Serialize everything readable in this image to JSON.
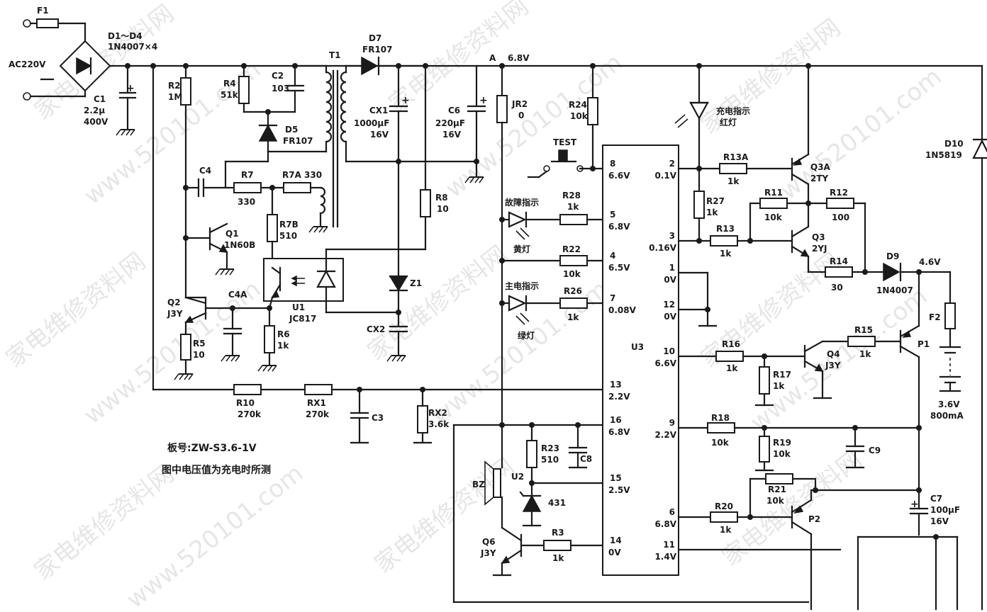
{
  "board": {
    "board_no": "板号:ZW-S3.6-1V",
    "note": "图中电压值为充电时所测"
  },
  "watermarks": [
    "家电维修资料网",
    "www.520101.com"
  ],
  "nodes": {
    "node_a": "A",
    "node_a_voltage": "6.8V"
  },
  "components": {
    "f1": "F1",
    "ac_in": "AC220V",
    "d1_d4": "D1～D4",
    "d1_d4_val": "1N4007×4",
    "c1": "C1",
    "c1_val1": "2.2μ",
    "c1_val2": "400V",
    "r2": "R2",
    "r2_val": "1M",
    "r4": "R4",
    "r4_val": "51k",
    "c2": "C2",
    "c2_val": "103",
    "d5": "D5",
    "d5_val": "FR107",
    "t1": "T1",
    "d7": "D7",
    "d7_val": "FR107",
    "cx1": "CX1",
    "cx1_val1": "1000μF",
    "cx1_val2": "16V",
    "c6": "C6",
    "c6_val1": "220μF",
    "c6_val2": "16V",
    "jr2": "JR2",
    "jr2_val": "0",
    "r24": "R24",
    "r24_val": "10k",
    "c4": "C4",
    "r7": "R7",
    "r7_val": "330",
    "r7a": "R7A 330",
    "r7b": "R7B",
    "r7b_val": "510",
    "q1": "Q1",
    "q1_val": "1N60B",
    "r8": "R8",
    "r8_val": "10",
    "z1": "Z1",
    "q2": "Q2",
    "q2_val": "J3Y",
    "c4a": "C4A",
    "u1": "U1",
    "u1_val": "JC817",
    "r5": "R5",
    "r5_val": "10",
    "r6": "R6",
    "r6_val": "1k",
    "cx2": "CX2",
    "test": "TEST",
    "fault_led": "故障指示",
    "fault_color": "黄灯",
    "r28": "R28",
    "r28_val": "1k",
    "r22": "R22",
    "r22_val": "10k",
    "power_led": "主电指示",
    "power_color": "绿灯",
    "r26": "R26",
    "r26_val": "1k",
    "charge_led": "充电指示",
    "charge_color": "红灯",
    "r13a": "R13A",
    "r13a_val": "1k",
    "r27": "R27",
    "r27_val": "1k",
    "r13": "R13",
    "r13_val": "1k",
    "q3a": "Q3A",
    "q3a_val": "2TY",
    "r11": "R11",
    "r11_val": "10k",
    "r12": "R12",
    "r12_val": "100",
    "q3": "Q3",
    "q3_val": "2YJ",
    "r14": "R14",
    "r14_val": "30",
    "d9": "D9",
    "d9_val": "1N4007",
    "d9_v": "4.6V",
    "d10": "D10",
    "d10_val": "1N5819",
    "f2": "F2",
    "bat_v": "3.6V",
    "bat_cap": "800mA",
    "r16": "R16",
    "r16_val": "1k",
    "r17": "R17",
    "r17_val": "1k",
    "q4": "Q4",
    "q4_val": "J3Y",
    "r15": "R15",
    "r15_val": "1k",
    "p1": "P1",
    "r10": "R10",
    "r10_val": "270k",
    "rx1": "RX1",
    "rx1_val": "270k",
    "c3": "C3",
    "rx2": "RX2",
    "rx2_val": "3.6k",
    "r23": "R23",
    "r23_val": "510",
    "c8": "C8",
    "bz": "BZ",
    "u2": "U2",
    "u2_val": "431",
    "q6": "Q6",
    "q6_val": "J3Y",
    "r3": "R3",
    "r3_val": "1k",
    "u3": "U3",
    "r18": "R18",
    "r18_val": "10k",
    "r19": "R19",
    "r19_val": "10k",
    "c9": "C9",
    "r21": "R21",
    "r21_val": "10k",
    "r20": "R20",
    "r20_val": "1k",
    "p2": "P2",
    "c7": "C7",
    "c7_val1": "100μF",
    "c7_val2": "16V"
  },
  "u3_pins_left": [
    {
      "pin": "8",
      "v": "6.6V"
    },
    {
      "pin": "5",
      "v": "6.8V"
    },
    {
      "pin": "4",
      "v": "6.5V"
    },
    {
      "pin": "7",
      "v": "0.08V"
    },
    {
      "pin": "13",
      "v": "2.2V"
    },
    {
      "pin": "16",
      "v": "6.8V"
    },
    {
      "pin": "15",
      "v": "2.5V"
    },
    {
      "pin": "14",
      "v": "0V"
    }
  ],
  "u3_pins_right": [
    {
      "pin": "2",
      "v": "0.1V"
    },
    {
      "pin": "3",
      "v": "0.16V"
    },
    {
      "pin": "1",
      "v": "0V"
    },
    {
      "pin": "12",
      "v": "0V"
    },
    {
      "pin": "10",
      "v": "6.6V"
    },
    {
      "pin": "9",
      "v": "2.2V"
    },
    {
      "pin": "6",
      "v": "6.8V"
    },
    {
      "pin": "11",
      "v": "1.4V"
    }
  ]
}
